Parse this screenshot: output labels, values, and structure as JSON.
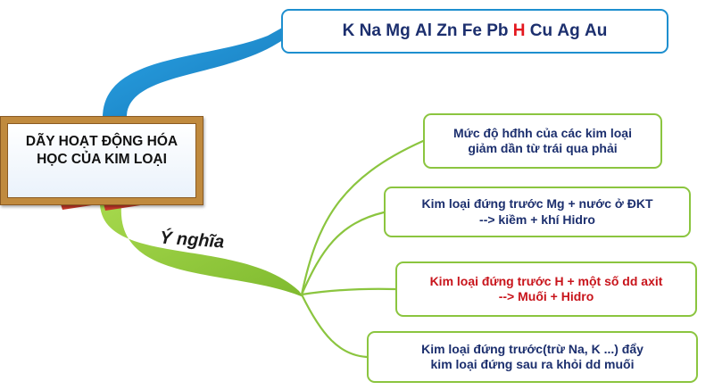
{
  "main_topic": {
    "lines": [
      "DÃY HOẠT ĐỘNG HÓA",
      "HỌC CỦA KIM LOẠI"
    ]
  },
  "activity_series": {
    "metals": [
      "K",
      "Na",
      "Mg",
      "Al",
      "Zn",
      "Fe",
      "Pb",
      "H",
      "Cu",
      "Ag",
      "Au"
    ],
    "highlighted": "H",
    "highlight_color": "#e3171e",
    "text_color": "#1c2f6e",
    "border_color": "#1e8fcf"
  },
  "meaning_branch": {
    "label": "Ý nghĩa",
    "color": "#8bc53f",
    "items": [
      {
        "lines": [
          "Mức độ hđhh của các kim loại",
          "giảm dần từ trái qua phải"
        ],
        "emphasis": false
      },
      {
        "lines": [
          "Kim loại đứng trước Mg + nước ở ĐKT",
          "--> kiềm + khí Hidro"
        ],
        "emphasis": false
      },
      {
        "lines": [
          "Kim loại đứng trước H + một số dd axit",
          "--> Muối + Hidro"
        ],
        "emphasis": true
      },
      {
        "lines": [
          "Kim loại đứng trước(trừ Na, K ...) đẩy",
          "kim loại đứng sau ra khỏi dd muối"
        ],
        "emphasis": false
      }
    ]
  },
  "colors": {
    "blue_branch": "#1e8fcf",
    "board_frame": "#c08a3e",
    "book_cover": "#c9392a"
  }
}
